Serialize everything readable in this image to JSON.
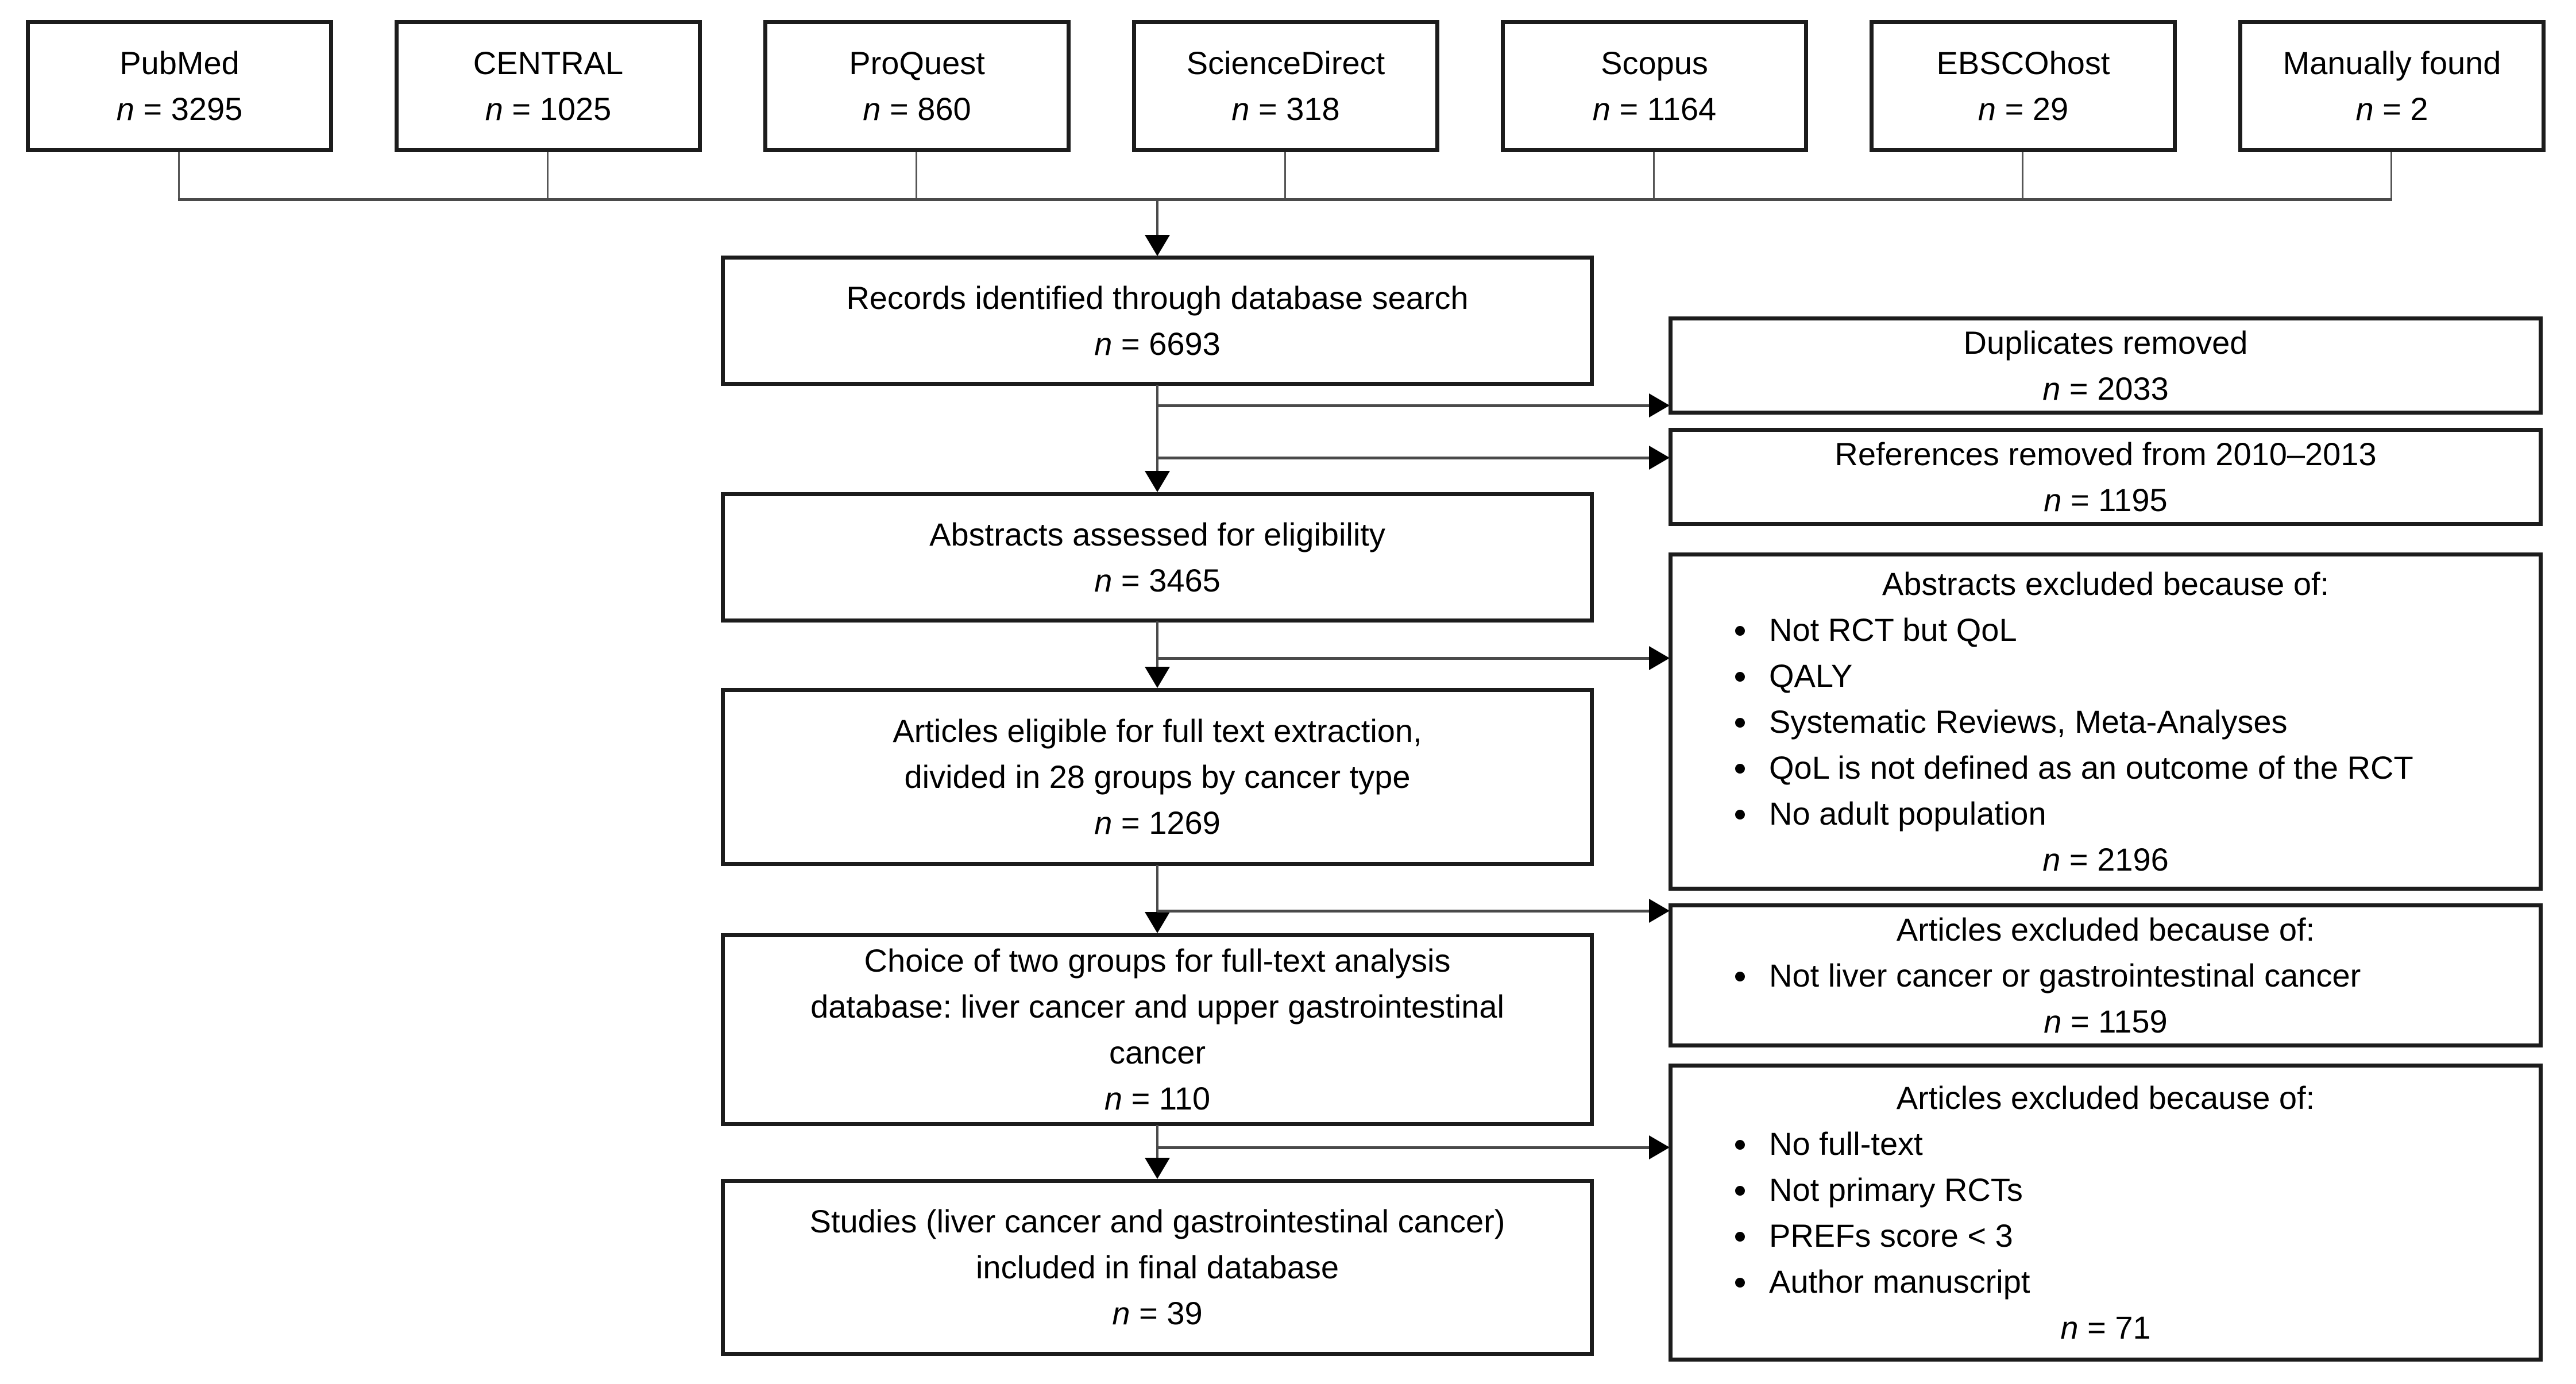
{
  "sources": [
    {
      "label": "PubMed",
      "n": "n",
      "count": " = 3295"
    },
    {
      "label": "CENTRAL",
      "n": "n",
      "count": " = 1025"
    },
    {
      "label": "ProQuest",
      "n": "n",
      "count": " = 860"
    },
    {
      "label": "ScienceDirect",
      "n": "n",
      "count": " = 318"
    },
    {
      "label": "Scopus",
      "n": "n",
      "count": " = 1164"
    },
    {
      "label": "EBSCOhost",
      "n": "n",
      "count": " = 29"
    },
    {
      "label": "Manually found",
      "n": "n",
      "count": " = 2"
    }
  ],
  "main": [
    {
      "text": "Records identified through database search",
      "n": "n",
      "count": " = 6693"
    },
    {
      "text": "Abstracts assessed for eligibility",
      "n": "n",
      "count": " = 3465"
    },
    {
      "text": "Articles eligible for full text extraction,\ndivided in 28 groups by cancer type",
      "n": "n",
      "count": " = 1269"
    },
    {
      "text": "Choice of two groups for full-text analysis\ndatabase: liver cancer and upper gastrointestinal\ncancer",
      "n": "n",
      "count": " = 110"
    },
    {
      "text": "Studies (liver cancer and gastrointestinal cancer)\nincluded in final database",
      "n": "n",
      "count": " = 39"
    }
  ],
  "exclusions": [
    {
      "title": "Duplicates removed",
      "items": [],
      "n": "n",
      "count": " = 2033"
    },
    {
      "title": "References removed from 2010–2013",
      "items": [],
      "n": "n",
      "count": " = 1195"
    },
    {
      "title": "Abstracts excluded because of:",
      "items": [
        "Not RCT but QoL",
        "QALY",
        "Systematic Reviews, Meta-Analyses",
        "QoL is not defined as an outcome of the RCT",
        "No adult population"
      ],
      "n": "n",
      "count": " = 2196"
    },
    {
      "title": "Articles excluded because of:",
      "items": [
        "Not liver cancer or gastrointestinal cancer"
      ],
      "n": "n",
      "count": " = 1159"
    },
    {
      "title": "Articles excluded because of:",
      "items": [
        "No full-text",
        "Not primary RCTs",
        "PREFs score < 3",
        "Author manuscript"
      ],
      "n": "n",
      "count": " = 71"
    }
  ],
  "colors": {
    "border": "#1c1c1c",
    "line": "#4a4a4a",
    "arrow": "#000000",
    "text": "#000000",
    "background": "#ffffff"
  }
}
